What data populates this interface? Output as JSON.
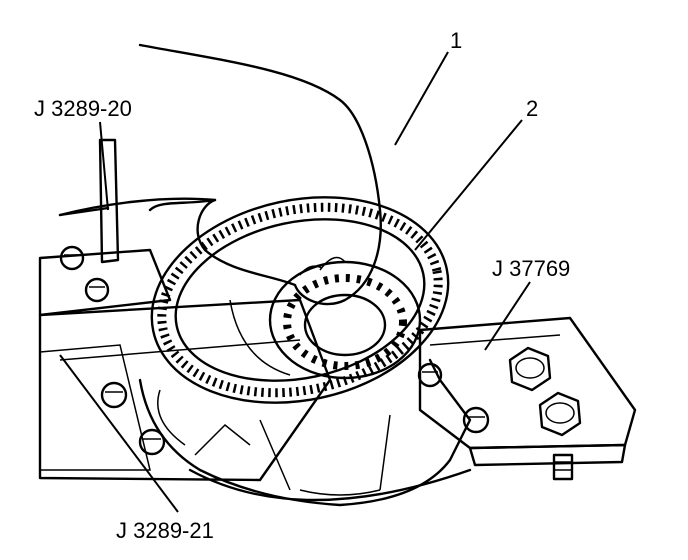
{
  "callouts": {
    "c1": "1",
    "c2": "2",
    "tool_j3289_20": "J 3289-20",
    "tool_j37769": "J 37769",
    "tool_j3289_21": "J 3289-21"
  },
  "colors": {
    "line": "#000000",
    "fixture_fill": "#bdbdbd",
    "paper": "#ffffff"
  }
}
